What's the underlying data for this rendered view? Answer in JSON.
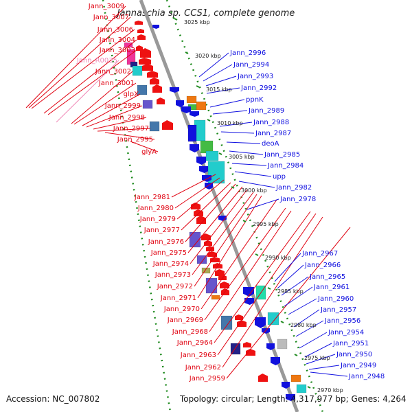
{
  "title": "Jannaschia sp. CCS1, complete genome",
  "footer": {
    "accession": "Accession: NC_007802",
    "summary": "Topology: circular; Length: 4,317,977 bp; Genes: 4,264"
  },
  "colors": {
    "forward_label": "#e0000f",
    "reverse_label": "#1010e0",
    "rna_label": "#f08ab8"
  },
  "forward_labels": [
    "Jann_3009",
    "Jann_3007",
    "Jann_3006",
    "Jann_3004",
    "Jann_3003",
    "Jann_R0035",
    "Jann_3002",
    "Jann_3001",
    "glpX",
    "Jann_2999",
    "Jann_2998",
    "Jann_2997",
    "Jann_2995",
    "glyA",
    "Jann_2981",
    "Jann_2980",
    "Jann_2979",
    "Jann_2977",
    "Jann_2976",
    "Jann_2975",
    "Jann_2974",
    "Jann_2973",
    "Jann_2972",
    "Jann_2971",
    "Jann_2970",
    "Jann_2969",
    "Jann_2968",
    "Jann_2964",
    "Jann_2963",
    "Jann_2962",
    "Jann_2959"
  ],
  "reverse_labels": [
    "Jann_2996",
    "Jann_2994",
    "Jann_2993",
    "Jann_2992",
    "ppnK",
    "Jann_2989",
    "Jann_2988",
    "Jann_2987",
    "deoA",
    "Jann_2985",
    "Jann_2984",
    "upp",
    "Jann_2982",
    "Jann_2978",
    "Jann_2967",
    "Jann_2966",
    "Jann_2965",
    "Jann_2961",
    "Jann_2960",
    "Jann_2957",
    "Jann_2956",
    "Jann_2954",
    "Jann_2951",
    "Jann_2950",
    "Jann_2949",
    "Jann_2948"
  ],
  "scale_labels": [
    "3025 kbp",
    "3020 kbp",
    "3015 kbp",
    "3010 kbp",
    "3005 kbp",
    "3000 kbp",
    "2995 kbp",
    "2990 kbp",
    "2985 kbp",
    "2980 kbp",
    "2975 kbp",
    "2970 kbp"
  ]
}
